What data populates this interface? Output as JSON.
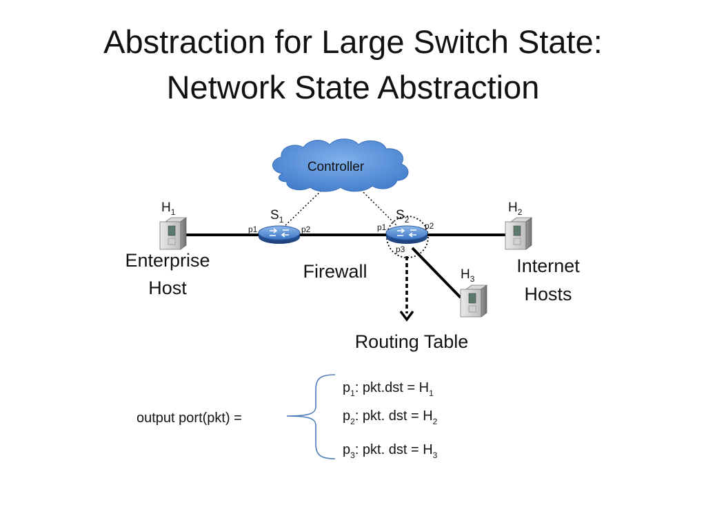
{
  "title": {
    "line1": "Abstraction for Large Switch State:",
    "line2": "Network State Abstraction"
  },
  "controller": {
    "label": "Controller",
    "color": "#4a86d4"
  },
  "switches": {
    "s1": {
      "letter": "S",
      "sub": "1",
      "port_left": "p1",
      "port_right": "p2"
    },
    "s2": {
      "letter": "S",
      "sub": "2",
      "port_left": "p1",
      "port_right": "p2",
      "port_down": "p3"
    }
  },
  "hosts": {
    "h1": {
      "letter": "H",
      "sub": "1"
    },
    "h2": {
      "letter": "H",
      "sub": "2"
    },
    "h3": {
      "letter": "H",
      "sub": "3"
    }
  },
  "labels": {
    "enterprise_1": "Enterprise",
    "enterprise_2": "Host",
    "firewall": "Firewall",
    "internet_1": "Internet",
    "internet_2": "Hosts",
    "routing_table": "Routing Table"
  },
  "equation": {
    "lhs": "output port(pkt) =",
    "rules": [
      {
        "p": "p",
        "p_sub": "1",
        "text": ": pkt.dst = H",
        "h_sub": "1"
      },
      {
        "p": "p",
        "p_sub": "2",
        "text": ": pkt. dst = H",
        "h_sub": "2"
      },
      {
        "p": "p",
        "p_sub": "3",
        "text": ": pkt. dst = H",
        "h_sub": "3"
      }
    ]
  },
  "icons": [
    "cloud-icon",
    "router-icon",
    "server-icon",
    "arrow-down-icon",
    "brace-icon"
  ]
}
